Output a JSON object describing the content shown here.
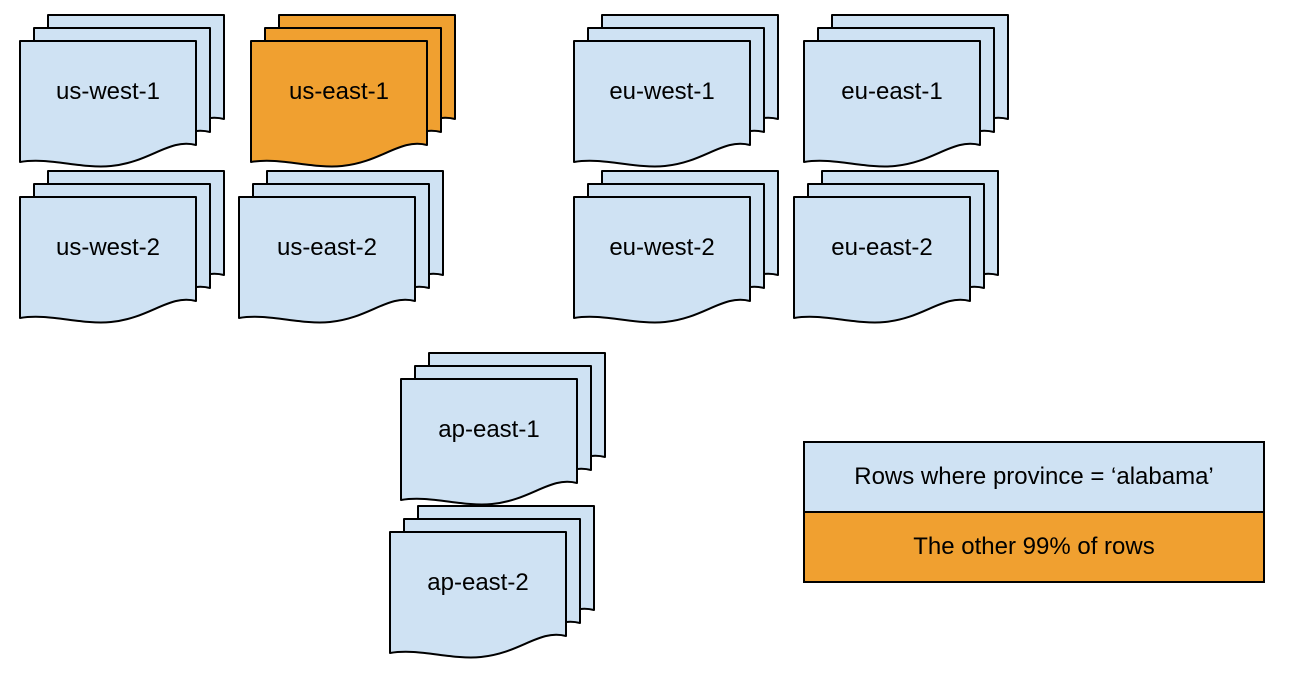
{
  "colors": {
    "normal": "#cfe2f3",
    "highlight": "#f0a030",
    "stroke": "#000000"
  },
  "stacks": [
    {
      "label": "us-west-1",
      "highlighted": false
    },
    {
      "label": "us-east-1",
      "highlighted": true
    },
    {
      "label": "eu-west-1",
      "highlighted": false
    },
    {
      "label": "eu-east-1",
      "highlighted": false
    },
    {
      "label": "us-west-2",
      "highlighted": false
    },
    {
      "label": "us-east-2",
      "highlighted": false
    },
    {
      "label": "eu-west-2",
      "highlighted": false
    },
    {
      "label": "eu-east-2",
      "highlighted": false
    },
    {
      "label": "ap-east-1",
      "highlighted": false
    },
    {
      "label": "ap-east-2",
      "highlighted": false
    }
  ],
  "legend": {
    "items": [
      {
        "label": "Rows where province = ‘alabama’",
        "color": "normal"
      },
      {
        "label": "The other 99% of rows",
        "color": "highlight"
      }
    ]
  }
}
